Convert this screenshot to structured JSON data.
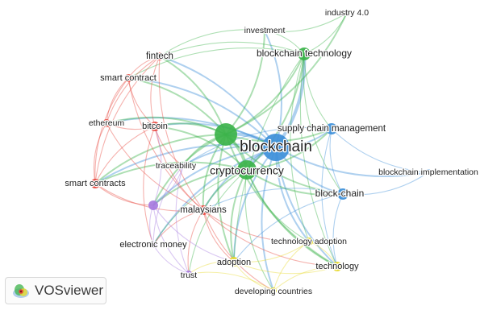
{
  "app": {
    "name": "VOSviewer",
    "logo_icon": "vosviewer-density-icon"
  },
  "clusters": {
    "red": "#e8453c",
    "green": "#3cb34a",
    "blue": "#3d8fd9",
    "yellow": "#e6d82a",
    "purple": "#a77be0"
  },
  "nodes": [
    {
      "id": "blockchain",
      "label": "blockchain",
      "cluster": "blue",
      "weight": 10
    },
    {
      "id": "cryptocurrency",
      "label": "cryptocurrency",
      "cluster": "green",
      "weight": 7
    },
    {
      "id": "green_hub",
      "label": "",
      "cluster": "green",
      "weight": 9
    },
    {
      "id": "blockchain_technology",
      "label": "blockchain technology",
      "cluster": "green",
      "weight": 5
    },
    {
      "id": "investment",
      "label": "investment",
      "cluster": "green",
      "weight": 2
    },
    {
      "id": "industry_4_0",
      "label": "industry 4.0",
      "cluster": "green",
      "weight": 2
    },
    {
      "id": "supply_chain_management",
      "label": "supply chain management",
      "cluster": "blue",
      "weight": 4
    },
    {
      "id": "block_chain",
      "label": "block-chain",
      "cluster": "blue",
      "weight": 4
    },
    {
      "id": "blockchain_implementation",
      "label": "blockchain implementation",
      "cluster": "blue",
      "weight": 2
    },
    {
      "id": "fintech",
      "label": "fintech",
      "cluster": "red",
      "weight": 3
    },
    {
      "id": "smart_contract",
      "label": "smart contract",
      "cluster": "red",
      "weight": 3
    },
    {
      "id": "ethereum",
      "label": "ethereum",
      "cluster": "red",
      "weight": 3
    },
    {
      "id": "bitcoin",
      "label": "bitcoin",
      "cluster": "red",
      "weight": 3
    },
    {
      "id": "smart_contracts",
      "label": "smart contracts",
      "cluster": "red",
      "weight": 3
    },
    {
      "id": "malaysians",
      "label": "malaysians",
      "cluster": "red",
      "weight": 3
    },
    {
      "id": "traceability",
      "label": "traceability",
      "cluster": "purple",
      "weight": 2
    },
    {
      "id": "purple_hub",
      "label": "",
      "cluster": "purple",
      "weight": 3
    },
    {
      "id": "electronic_money",
      "label": "electronic money",
      "cluster": "purple",
      "weight": 2
    },
    {
      "id": "trust",
      "label": "trust",
      "cluster": "purple",
      "weight": 2
    },
    {
      "id": "technology_adoption",
      "label": "technology adoption",
      "cluster": "yellow",
      "weight": 2
    },
    {
      "id": "adoption",
      "label": "adoption",
      "cluster": "yellow",
      "weight": 3
    },
    {
      "id": "technology",
      "label": "technology",
      "cluster": "yellow",
      "weight": 3
    },
    {
      "id": "developing_countries",
      "label": "developing countries",
      "cluster": "yellow",
      "weight": 2
    }
  ],
  "links": [
    [
      "blockchain",
      "cryptocurrency"
    ],
    [
      "blockchain",
      "green_hub"
    ],
    [
      "blockchain",
      "blockchain_technology"
    ],
    [
      "blockchain",
      "supply_chain_management"
    ],
    [
      "blockchain",
      "block_chain"
    ],
    [
      "blockchain",
      "blockchain_implementation"
    ],
    [
      "blockchain",
      "bitcoin"
    ],
    [
      "blockchain",
      "fintech"
    ],
    [
      "blockchain",
      "malaysians"
    ],
    [
      "blockchain",
      "traceability"
    ],
    [
      "blockchain",
      "technology_adoption"
    ],
    [
      "blockchain",
      "adoption"
    ],
    [
      "blockchain",
      "technology"
    ],
    [
      "blockchain",
      "investment"
    ],
    [
      "blockchain",
      "smart_contract"
    ],
    [
      "blockchain",
      "smart_contracts"
    ],
    [
      "blockchain",
      "ethereum"
    ],
    [
      "blockchain",
      "purple_hub"
    ],
    [
      "blockchain",
      "developing_countries"
    ],
    [
      "blockchain",
      "electronic_money"
    ],
    [
      "cryptocurrency",
      "green_hub"
    ],
    [
      "cryptocurrency",
      "bitcoin"
    ],
    [
      "cryptocurrency",
      "malaysians"
    ],
    [
      "cryptocurrency",
      "adoption"
    ],
    [
      "cryptocurrency",
      "technology_adoption"
    ],
    [
      "cryptocurrency",
      "block_chain"
    ],
    [
      "cryptocurrency",
      "supply_chain_management"
    ],
    [
      "cryptocurrency",
      "electronic_money"
    ],
    [
      "cryptocurrency",
      "trust"
    ],
    [
      "cryptocurrency",
      "smart_contracts"
    ],
    [
      "cryptocurrency",
      "blockchain_technology"
    ],
    [
      "cryptocurrency",
      "technology"
    ],
    [
      "cryptocurrency",
      "developing_countries"
    ],
    [
      "cryptocurrency",
      "purple_hub"
    ],
    [
      "green_hub",
      "blockchain_technology"
    ],
    [
      "green_hub",
      "investment"
    ],
    [
      "green_hub",
      "industry_4_0"
    ],
    [
      "green_hub",
      "fintech"
    ],
    [
      "green_hub",
      "smart_contract"
    ],
    [
      "green_hub",
      "bitcoin"
    ],
    [
      "green_hub",
      "ethereum"
    ],
    [
      "green_hub",
      "smart_contracts"
    ],
    [
      "green_hub",
      "supply_chain_management"
    ],
    [
      "green_hub",
      "block_chain"
    ],
    [
      "green_hub",
      "traceability"
    ],
    [
      "green_hub",
      "malaysians"
    ],
    [
      "green_hub",
      "technology"
    ],
    [
      "green_hub",
      "adoption"
    ],
    [
      "green_hub",
      "purple_hub"
    ],
    [
      "blockchain_technology",
      "supply_chain_management"
    ],
    [
      "blockchain_technology",
      "block_chain"
    ],
    [
      "blockchain_technology",
      "industry_4_0"
    ],
    [
      "blockchain_technology",
      "investment"
    ],
    [
      "blockchain_technology",
      "fintech"
    ],
    [
      "blockchain_technology",
      "technology"
    ],
    [
      "blockchain_technology",
      "smart_contract"
    ],
    [
      "blockchain_technology",
      "technology_adoption"
    ],
    [
      "blockchain_technology",
      "adoption"
    ],
    [
      "investment",
      "industry_4_0"
    ],
    [
      "investment",
      "fintech"
    ],
    [
      "supply_chain_management",
      "block_chain"
    ],
    [
      "supply_chain_management",
      "blockchain_implementation"
    ],
    [
      "supply_chain_management",
      "traceability"
    ],
    [
      "supply_chain_management",
      "technology"
    ],
    [
      "block_chain",
      "blockchain_implementation"
    ],
    [
      "block_chain",
      "technology"
    ],
    [
      "block_chain",
      "adoption"
    ],
    [
      "block_chain",
      "malaysians"
    ],
    [
      "fintech",
      "smart_contract"
    ],
    [
      "fintech",
      "bitcoin"
    ],
    [
      "fintech",
      "ethereum"
    ],
    [
      "fintech",
      "smart_contracts"
    ],
    [
      "fintech",
      "malaysians"
    ],
    [
      "smart_contract",
      "ethereum"
    ],
    [
      "smart_contract",
      "bitcoin"
    ],
    [
      "smart_contract",
      "smart_contracts"
    ],
    [
      "smart_contract",
      "malaysians"
    ],
    [
      "ethereum",
      "bitcoin"
    ],
    [
      "ethereum",
      "smart_contracts"
    ],
    [
      "ethereum",
      "malaysians"
    ],
    [
      "bitcoin",
      "smart_contracts"
    ],
    [
      "bitcoin",
      "malaysians"
    ],
    [
      "bitcoin",
      "electronic_money"
    ],
    [
      "bitcoin",
      "traceability"
    ],
    [
      "smart_contracts",
      "malaysians"
    ],
    [
      "smart_contracts",
      "purple_hub"
    ],
    [
      "malaysians",
      "adoption"
    ],
    [
      "malaysians",
      "technology_adoption"
    ],
    [
      "malaysians",
      "developing_countries"
    ],
    [
      "malaysians",
      "trust"
    ],
    [
      "malaysians",
      "electronic_money"
    ],
    [
      "malaysians",
      "technology"
    ],
    [
      "purple_hub",
      "electronic_money"
    ],
    [
      "purple_hub",
      "trust"
    ],
    [
      "purple_hub",
      "traceability"
    ],
    [
      "purple_hub",
      "adoption"
    ],
    [
      "purple_hub",
      "bitcoin"
    ],
    [
      "traceability",
      "trust"
    ],
    [
      "traceability",
      "electronic_money"
    ],
    [
      "electronic_money",
      "trust"
    ],
    [
      "adoption",
      "technology_adoption"
    ],
    [
      "adoption",
      "technology"
    ],
    [
      "adoption",
      "developing_countries"
    ],
    [
      "adoption",
      "trust"
    ],
    [
      "technology",
      "technology_adoption"
    ],
    [
      "technology",
      "developing_countries"
    ],
    [
      "technology_adoption",
      "developing_countries"
    ],
    [
      "developing_countries",
      "trust"
    ]
  ]
}
